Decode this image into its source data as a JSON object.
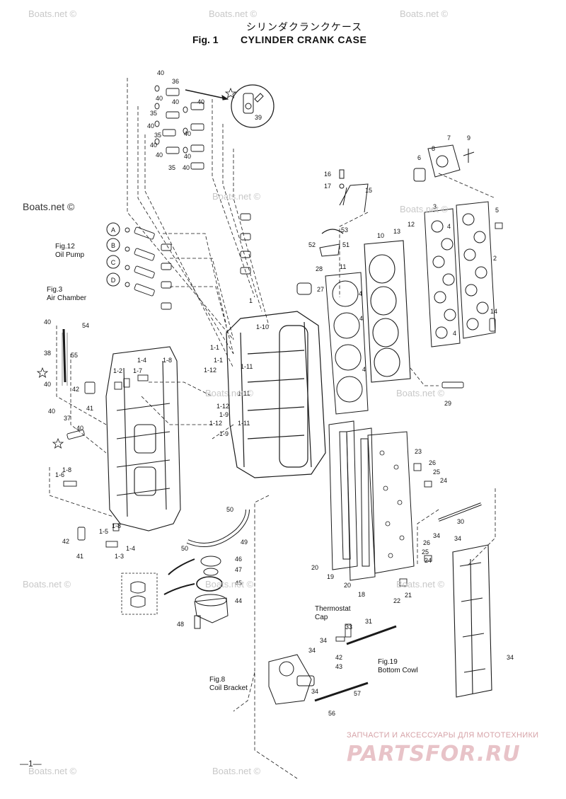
{
  "header": {
    "title_jp": "シリンダクランクケース",
    "fig_label": "Fig. 1",
    "title_en": "CYLINDER CRANK CASE"
  },
  "watermarks": {
    "boats_dark": "Boats.net ©",
    "boats_light": "Boats.net ©"
  },
  "references": {
    "oil_pump_fig": "Fig.12",
    "oil_pump": "Oil Pump",
    "air_chamber_fig": "Fig.3",
    "air_chamber": "Air Chamber",
    "thermostat_line1": "Thermostat",
    "thermostat_line2": "Cap",
    "bottom_cowl_fig": "Fig.19",
    "bottom_cowl": "Bottom Cowl",
    "coil_bracket_fig": "Fig.8",
    "coil_bracket": "Coil Bracket"
  },
  "circle_refs": [
    "A",
    "B",
    "C",
    "D"
  ],
  "callouts": {
    "c1": "1",
    "c2": "2",
    "c3": "3",
    "c4": "4",
    "c5": "5",
    "c6": "6",
    "c7": "7",
    "c8": "8",
    "c9": "9",
    "c10": "10",
    "c11": "11",
    "c12": "12",
    "c13": "13",
    "c14": "14",
    "c15": "15",
    "c16": "16",
    "c17": "17",
    "c18": "18",
    "c19": "19",
    "c20": "20",
    "c21": "21",
    "c22": "22",
    "c23": "23",
    "c24": "24",
    "c25": "25",
    "c26": "26",
    "c27": "27",
    "c28": "28",
    "c29": "29",
    "c30": "30",
    "c31": "31",
    "c33": "33",
    "c34": "34",
    "c35": "35",
    "c36": "36",
    "c37": "37",
    "c38": "38",
    "c39": "39",
    "c40": "40",
    "c41": "41",
    "c42": "42",
    "c43": "43",
    "c44": "44",
    "c45": "45",
    "c46": "46",
    "c47": "47",
    "c48": "48",
    "c49": "49",
    "c50": "50",
    "c51": "51",
    "c52": "52",
    "c53": "53",
    "c54": "54",
    "c55": "55",
    "c56": "56",
    "c57": "57",
    "c1_1": "1-1",
    "c1_2": "1-2",
    "c1_3": "1-3",
    "c1_4": "1-4",
    "c1_5": "1-5",
    "c1_6": "1-6",
    "c1_7": "1-7",
    "c1_8": "1-8",
    "c1_9": "1-9",
    "c1_10": "1-10",
    "c1_11": "1-11",
    "c1_12": "1-12"
  },
  "footer": {
    "page_number": "—1—",
    "brand_tagline": "ЗАПЧАСТИ И АКСЕССУАРЫ ДЛЯ МОТОТЕХНИКИ",
    "brand_name": "PARTSFOR.RU"
  },
  "colors": {
    "line": "#1a1a1a",
    "watermark": "#c8c8c8",
    "brand": "#e8c3c8"
  }
}
